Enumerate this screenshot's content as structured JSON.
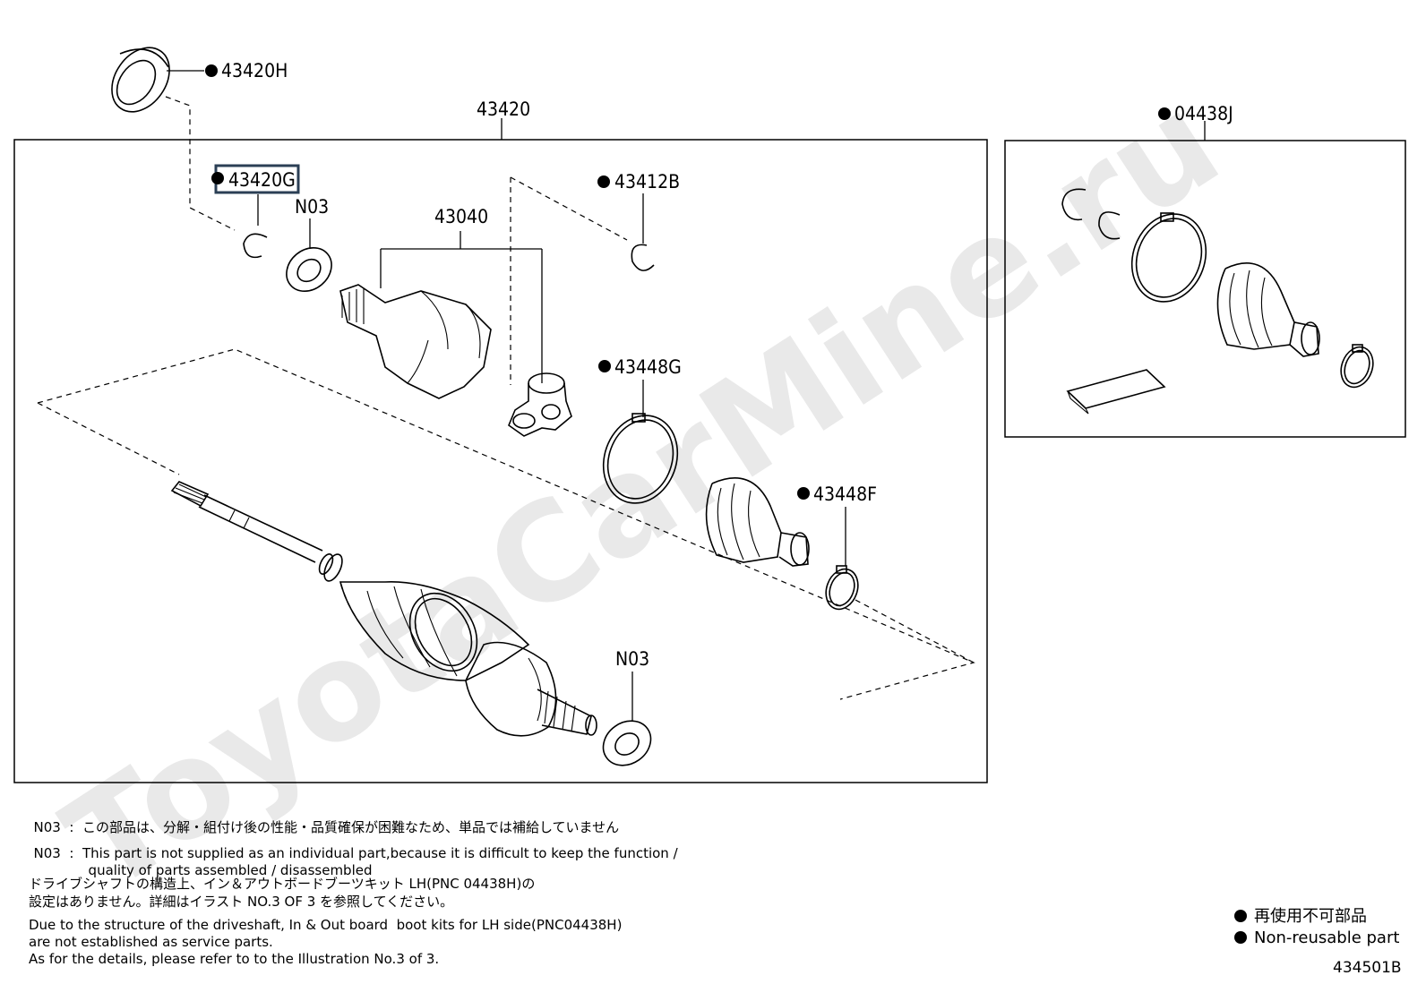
{
  "watermark": "ToyotaCarMine.ru",
  "assembly": {
    "code": "43420",
    "kit_code": "04438J"
  },
  "callouts": [
    {
      "id": "43420H",
      "text": "43420H",
      "nonreusable": true
    },
    {
      "id": "43420G",
      "text": "43420G",
      "nonreusable": true,
      "selected": true
    },
    {
      "id": "N03a",
      "text": "N03",
      "nonreusable": false
    },
    {
      "id": "43040",
      "text": "43040",
      "nonreusable": false
    },
    {
      "id": "43412B",
      "text": "43412B",
      "nonreusable": true
    },
    {
      "id": "43448G",
      "text": "43448G",
      "nonreusable": true
    },
    {
      "id": "43448F",
      "text": "43448F",
      "nonreusable": true
    },
    {
      "id": "N03b",
      "text": "N03",
      "nonreusable": false
    }
  ],
  "notes": {
    "n03_ja_code": "N03",
    "n03_ja_text": "この部品は、分解・組付け後の性能・品質確保が困難なため、単品では補給していません",
    "n03_en_code": "N03",
    "n03_en_line1": "This part is not supplied as an individual part,because it is difficult to keep the function /",
    "n03_en_line2": "quality of parts assembled / disassembled",
    "kit_ja_line1": "ドライブシャフトの構造上、イン＆アウトボードブーツキット LH(PNC 04438H)の",
    "kit_ja_line2": "設定はありません。詳細はイラスト NO.3 OF 3 を参照してください。",
    "kit_en_line1": "Due to the structure of the driveshaft, In & Out board  boot kits for LH side(PNC04438H)",
    "kit_en_line2": "are not established as service parts.",
    "kit_en_line3": "As for the details, please refer to to the Illustration No.3 of 3."
  },
  "legend": {
    "ja": "再使用不可部品",
    "en": "Non-reusable part"
  },
  "illustration_id": "434501B",
  "colors": {
    "selection_box": "#2b3f55",
    "line": "#000000"
  }
}
